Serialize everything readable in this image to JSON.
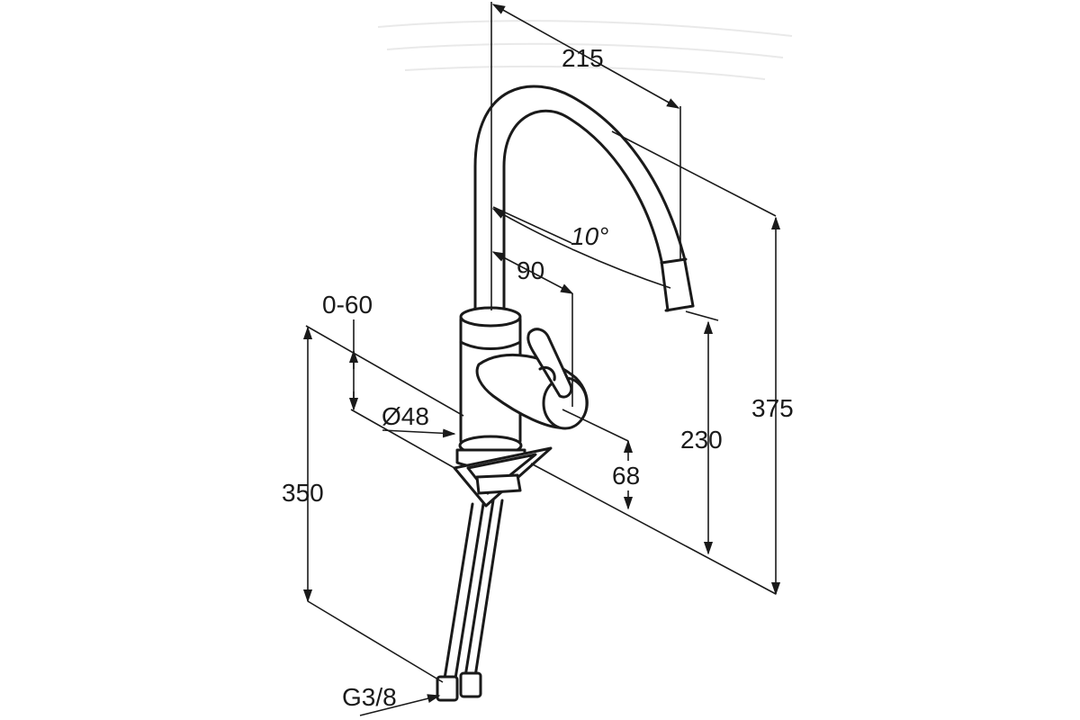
{
  "dimensions": {
    "width_reach": "215",
    "spout_swivel_angle": "10°",
    "lever_offset": "90",
    "deck_thickness": "0-60",
    "base_diameter": "Ø48",
    "lever_height": "68",
    "outlet_height": "230",
    "total_height": "375",
    "hose_length": "350",
    "connection_thread": "G3/8"
  }
}
